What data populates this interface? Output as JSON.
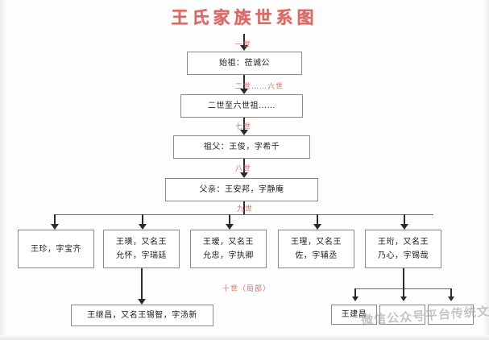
{
  "title": "王氏家族世系图",
  "generation_labels": {
    "g1": "一世",
    "g2to6": "二世……六世",
    "g7": "七世",
    "g8": "八世",
    "g9": "九世",
    "g10": "十世（局部）"
  },
  "nodes": {
    "ancestor": "始祖：莅诚公",
    "gen2to6": "二世至六世祖……",
    "grandfather": "祖父：王俊，字希千",
    "father": "父亲：王安邦，字静庵",
    "gen9": [
      {
        "line1": "王珍，字宝齐",
        "line2": ""
      },
      {
        "line1": "王璜，又名王",
        "line2": "允怀，字瑞廷"
      },
      {
        "line1": "王瑷，又名王",
        "line2": "允忠，字执卿"
      },
      {
        "line1": "王瑆，又名王",
        "line2": "佐，字辅丞"
      },
      {
        "line1": "王珩，又名王",
        "line2": "乃心，字锡哉"
      }
    ],
    "gen10": [
      {
        "label": "王继昌，又名王锡智，字汤新"
      },
      {
        "label": "王建昌"
      },
      {
        "label": ""
      },
      {
        "label": ""
      }
    ]
  },
  "watermark": "微信公众号平台传统文"
}
